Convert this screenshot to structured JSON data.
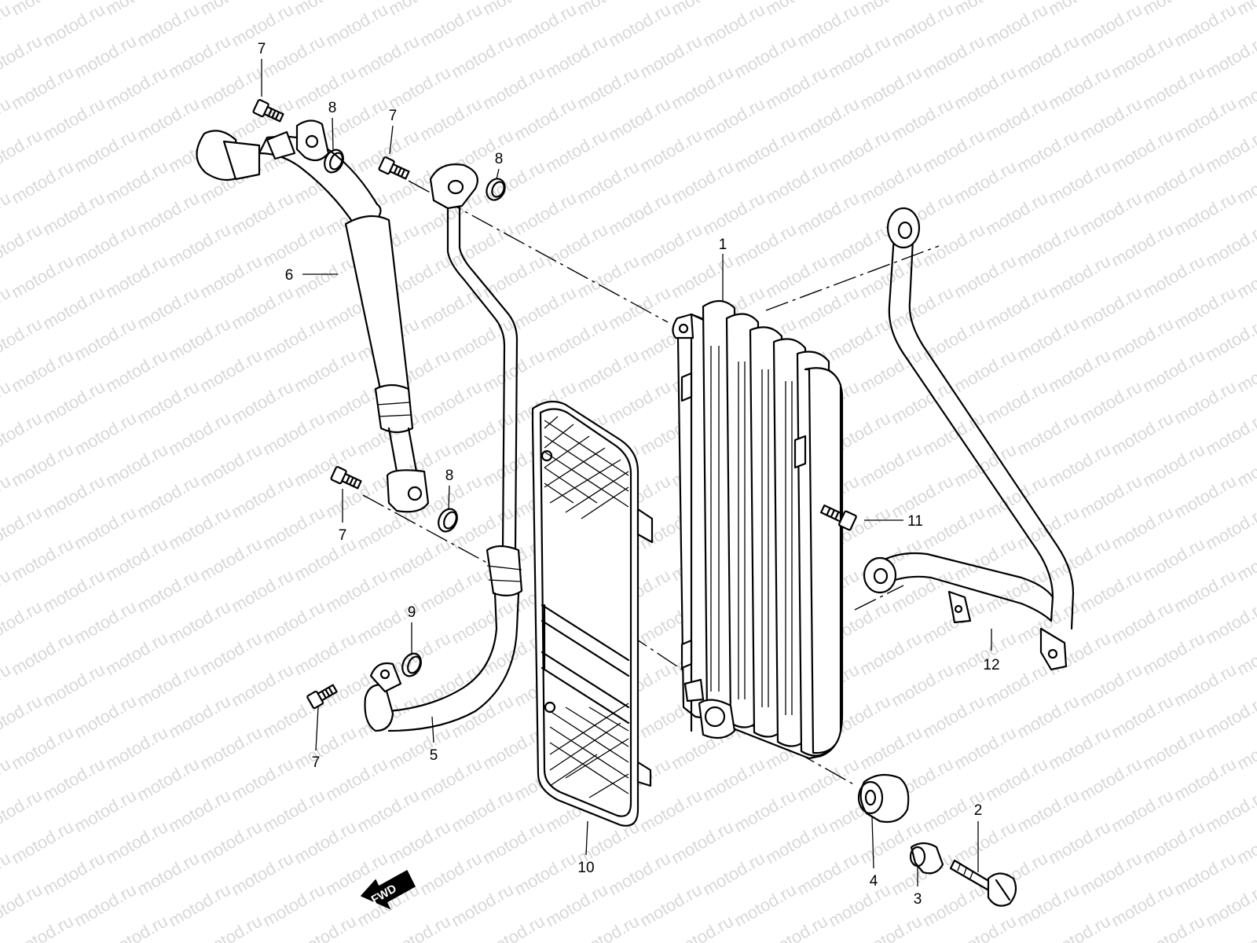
{
  "watermark": "motod.ru",
  "fwd_label": "FWD",
  "callouts": {
    "oil_cooler": "1",
    "bolt_2": "2",
    "spacer_3": "3",
    "cushion_4": "4",
    "hose_5": "5",
    "hose_6": "6",
    "bolt_7_top": "7",
    "bolt_7_mid": "7",
    "bolt_7_left": "7",
    "bolt_7_bottom": "7",
    "oring_8_top": "8",
    "oring_8_mid": "8",
    "oring_8_low": "8",
    "oring_9": "9",
    "guard_10": "10",
    "bolt_11": "11",
    "bracket_12": "12"
  },
  "colors": {
    "line": "#000000",
    "watermark": "#d8d8d8",
    "background": "#ffffff"
  }
}
